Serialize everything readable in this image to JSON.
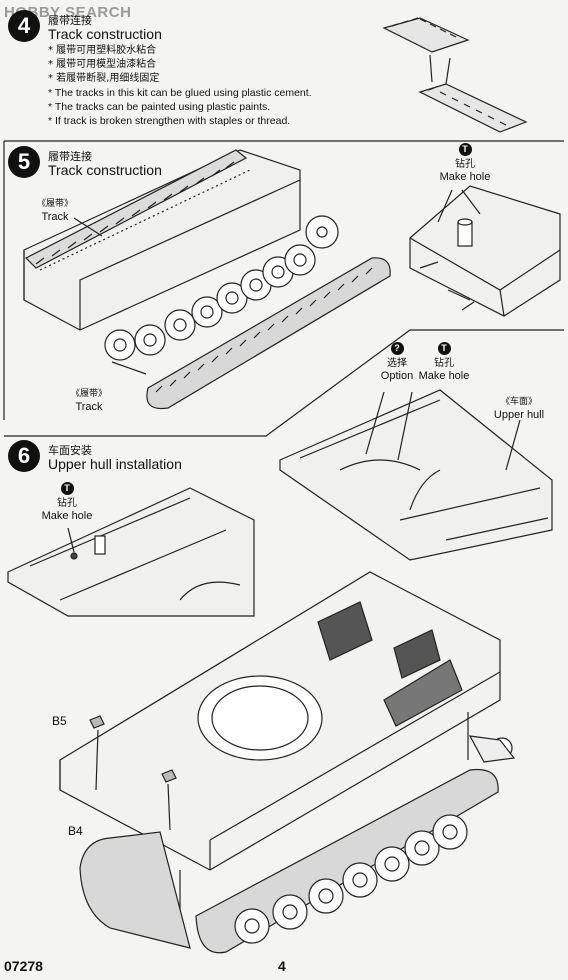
{
  "watermark": {
    "text": "HOBBY SEARCH"
  },
  "step4": {
    "number": "4",
    "title_zh": "履带连接",
    "title_en": "Track construction",
    "notes": [
      "* 履带可用塑料胶水粘合",
      "* 履带可用模型油漆粘合",
      "* 若履带断裂,用细线固定",
      "* The tracks in this kit can be glued using plastic cement.",
      "* The tracks can be painted using plastic paints.",
      "* If track is broken strengthen with staples or thread."
    ]
  },
  "step5": {
    "number": "5",
    "title_zh": "履带连接",
    "title_en": "Track construction",
    "track_upper": {
      "zh": "《履带》",
      "en": "Track"
    },
    "track_lower": {
      "zh": "《履带》",
      "en": "Track"
    },
    "make_hole": {
      "icon": "T",
      "zh": "钻孔",
      "en": "Make hole"
    }
  },
  "callout": {
    "option": {
      "icon": "?",
      "zh": "选择",
      "en": "Option"
    },
    "make_hole": {
      "icon": "T",
      "zh": "钻孔",
      "en": "Make hole"
    },
    "upper_hull": {
      "zh": "《车面》",
      "en": "Upper hull"
    }
  },
  "step6": {
    "number": "6",
    "title_zh": "车面安装",
    "title_en": "Upper hull installation",
    "make_hole": {
      "icon": "T",
      "zh": "钻孔",
      "en": "Make hole"
    },
    "parts": [
      "B5",
      "B4"
    ]
  },
  "footer": {
    "code": "07278",
    "page": "4"
  }
}
